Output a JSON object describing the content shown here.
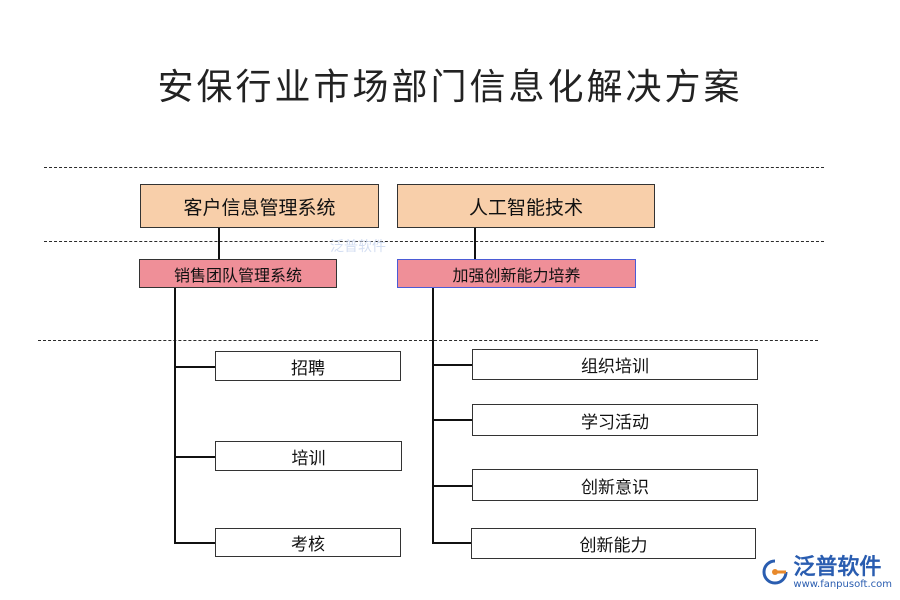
{
  "title": "安保行业市场部门信息化解决方案",
  "top_nodes": [
    "客户信息管理系统",
    "人工智能技术"
  ],
  "mid_nodes": [
    "销售团队管理系统",
    "加强创新能力培养"
  ],
  "left_leaves": [
    "招聘",
    "培训",
    "考核"
  ],
  "right_leaves": [
    "组织培训",
    "学习活动",
    "创新意识",
    "创新能力"
  ],
  "watermark": "泛普软件",
  "logo": {
    "name": "泛普软件",
    "url": "www.fanpusoft.com",
    "icon": "fanpu-logo-icon"
  }
}
